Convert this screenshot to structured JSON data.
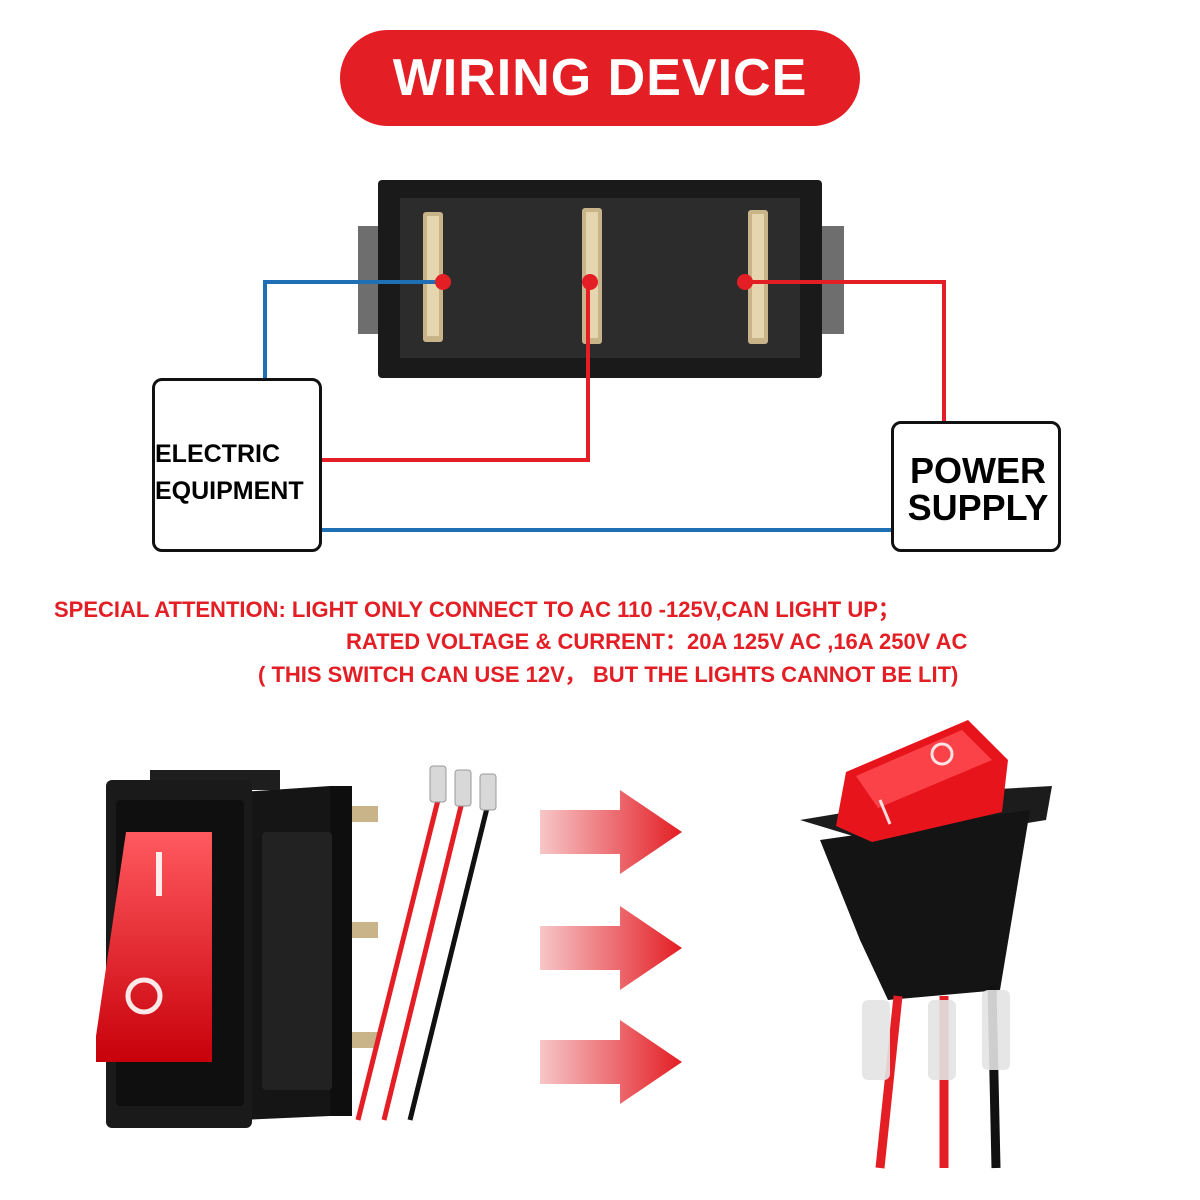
{
  "title": "WIRING DEVICE",
  "boxes": {
    "electric_equipment": [
      "ELECTRIC",
      "EQUIPMENT"
    ],
    "power_supply": [
      "POWER",
      "SUPPLY"
    ]
  },
  "notes": {
    "line1": "SPECIAL ATTENTION: LIGHT ONLY CONNECT TO AC 110 -125V,CAN LIGHT UP；",
    "line2": "RATED VOLTAGE & CURRENT：20A 125V AC ,16A 250V AC",
    "line3": "( THIS SWITCH CAN USE 12V， BUT THE LIGHTS CANNOT BE LIT)"
  },
  "colors": {
    "accent_red": "#e31e24",
    "wire_red": "#e31e24",
    "wire_blue": "#1f6fb5",
    "switch_body": "#1a1a1a",
    "rocker_red": "#e8141b"
  },
  "icons": {
    "rocker": "rocker-switch",
    "arrow": "right-arrow",
    "wires": "wire-leads"
  }
}
